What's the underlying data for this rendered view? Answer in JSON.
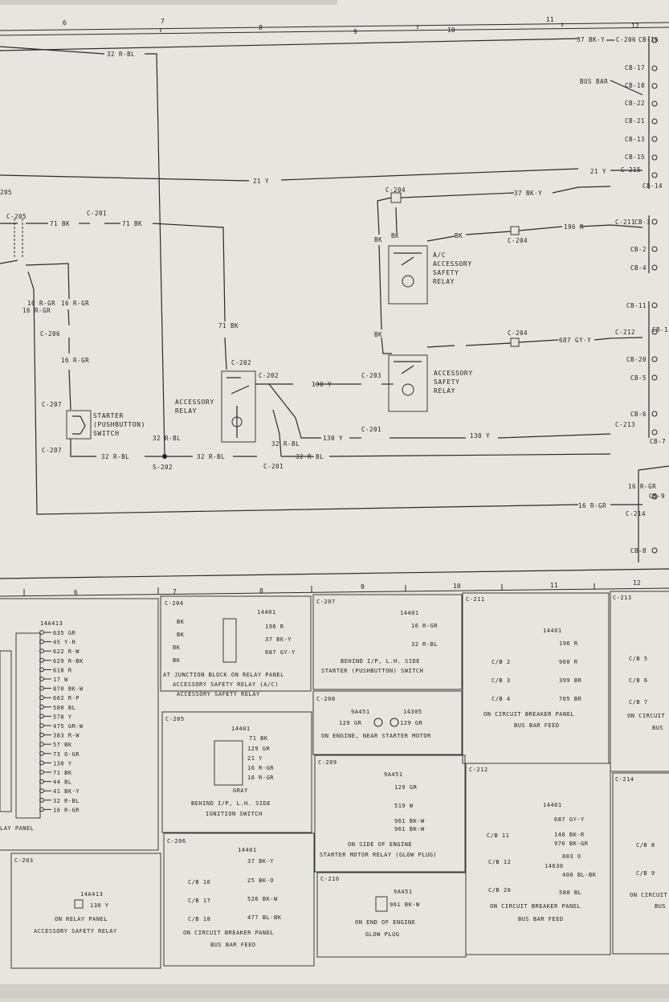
{
  "grid": {
    "top": [
      "6",
      "7",
      "8",
      "9",
      "10",
      "11",
      "12"
    ],
    "bottom": [
      "6",
      "7",
      "8",
      "9",
      "10",
      "11",
      "12"
    ]
  },
  "wires": {
    "w1": "32 R-BL",
    "w2": "37 BK-Y",
    "w3": "21 Y",
    "w4": "21 Y",
    "w5": "71 BK",
    "w6": "71 BK",
    "w7": "37 BK-Y",
    "w8": "BK",
    "w9": "BK",
    "w10": "196 R",
    "w11": "BK",
    "w12": "BK",
    "w13": "687 GY-Y",
    "w14": "16 R-GR",
    "w15": "16 R-GR",
    "w16": "16 R-GR",
    "w17": "16 R-GR",
    "w18": "71 BK",
    "w19": "130 Y",
    "w20": "130 Y",
    "w21": "130 Y",
    "w22": "32 R-BL",
    "w23": "32 R-BL",
    "w24": "32 R-BL",
    "w25": "32 R-BL",
    "w26": "32 R-BL",
    "w27": "16 R-GR",
    "w28": "16 R-GR"
  },
  "connectors": {
    "c205": "205",
    "c205b": "C-205",
    "c201a": "C-201",
    "c206l": "C-206",
    "c207a": "C-207",
    "c207b": "C-207",
    "c202a": "C-202",
    "c202b": "C-202",
    "c203": "C-203",
    "c201b": "C-201",
    "c201c": "C-201",
    "s202": "S-202",
    "c204a": "C-204",
    "c204b": "C-204",
    "c204c": "C-204",
    "c206r": "C-206",
    "c215": "C-215",
    "c211": "C-211",
    "c212": "C-212",
    "c213": "C-213",
    "c214": "C-214",
    "busbar": "BUS BAR"
  },
  "cb": {
    "cb16": "CB-16",
    "cb17": "CB-17",
    "cb18": "CB-18",
    "cb22": "CB-22",
    "cb21": "CB-21",
    "cb13": "CB-13",
    "cb15": "CB-15",
    "cb14": "CB-14",
    "cb3": "CB-3",
    "cb2": "CB-2",
    "cb4": "CB-4",
    "cb11": "CB-11",
    "cb1": "CB-1",
    "cb20": "CB-20",
    "cb5": "CB-5",
    "cb6": "CB-6",
    "cb7": "CB-7",
    "cb9": "CB-9",
    "cb8": "CB-8"
  },
  "components": {
    "ac_relay": [
      "A/C",
      "ACCESSORY",
      "SAFETY",
      "RELAY"
    ],
    "acc_safety_relay": [
      "ACCESSORY",
      "SAFETY",
      "RELAY"
    ],
    "accessory_relay": [
      "ACCESSORY",
      "RELAY"
    ],
    "starter_switch": [
      "STARTER",
      "(PUSHBUTTON)",
      "SWITCH"
    ]
  },
  "panels": {
    "p6": {
      "part": "14A413",
      "rows": [
        "635 GR",
        "45 Y-R",
        "622 R-W",
        "629 R-BK",
        "618 R",
        "17 W",
        "870 BK-W",
        "602 R-P",
        "580 BL",
        "578 Y",
        "475 GR-W",
        "383 R-W",
        "57 BK",
        "73 O-GR",
        "130 Y",
        "71 BK",
        "44 BL",
        "41 BK-Y",
        "32 R-BL",
        "16 R-GR"
      ],
      "foot": "LAY PANEL"
    },
    "c204": {
      "title": "C-204",
      "part": "14401",
      "left": [
        "BK",
        "BK",
        "BK",
        "BK"
      ],
      "right": [
        "196 R",
        "37 BK-Y",
        "687 GY-Y"
      ],
      "notes": [
        "AT JUNCTION BLOCK ON RELAY PANEL",
        "ACCESSORY SAFETY RELAY (A/C)",
        "ACCESSORY SAFETY RELAY"
      ]
    },
    "c205": {
      "title": "C-205",
      "part": "14401",
      "rows": [
        "71 BK",
        "129 GR",
        "21 Y",
        "16 R-GR",
        "16 R-GR"
      ],
      "color": "GRAY",
      "notes": [
        "BEHIND I/P, L.H. SIDE",
        "IGNITION SWITCH"
      ]
    },
    "c206": {
      "title": "C-206",
      "part": "14401",
      "rows": [
        {
          "cb": "",
          "wire": "37 BK-Y"
        },
        {
          "cb": "C/B 16",
          "wire": "25 BK-O"
        },
        {
          "cb": "C/B 17",
          "wire": "526 BK-W"
        },
        {
          "cb": "C/B 18",
          "wire": "477 BL-BK"
        }
      ],
      "notes": [
        "ON CIRCUIT BREAKER PANEL",
        "BUS BAR FEED"
      ]
    },
    "c203": {
      "title": "C-203",
      "part": "14A413",
      "wire": "130 Y",
      "notes": [
        "ON RELAY PANEL",
        "ACCESSORY SAFETY RELAY"
      ]
    },
    "c207": {
      "title": "C-207",
      "part": "14401",
      "rows": [
        "16 R-GR",
        "32 R-BL"
      ],
      "notes": [
        "BEHIND I/P, L.H. SIDE",
        "STARTER (PUSHBUTTON) SWITCH"
      ]
    },
    "c208": {
      "title": "C-208",
      "part_a": "9A451",
      "part_b": "14305",
      "wire_a": "129 GR",
      "wire_b": "129 GR",
      "notes": [
        "ON ENGINE, NEAR STARTER MOTOR"
      ]
    },
    "c209": {
      "title": "C-209",
      "part": "9A451",
      "rows": [
        "129 GR",
        "519 W",
        "961 BK-W",
        "961 BK-W"
      ],
      "notes": [
        "ON SIDE OF ENGINE",
        "STARTER MOTOR RELAY (GLOW PLUG)"
      ]
    },
    "c210": {
      "title": "C-210",
      "part": "9A451",
      "wire": "961 BK-W",
      "notes": [
        "ON END OF ENGINE",
        "GLOW PLUG"
      ]
    },
    "c211": {
      "title": "C-211",
      "part": "14401",
      "rows": [
        {
          "cb": "",
          "wire": "196 R"
        },
        {
          "cb": "C/B 2",
          "wire": "960 R"
        },
        {
          "cb": "C/B 3",
          "wire": "399 BR"
        },
        {
          "cb": "C/B 4",
          "wire": "705 BR"
        }
      ],
      "notes": [
        "ON CIRCUIT BREAKER PANEL",
        "BUS BAR FEED"
      ]
    },
    "c212": {
      "title": "C-212",
      "part": "14401",
      "part_b": "14630",
      "rows": [
        {
          "cb": "",
          "wire": "687 GY-Y"
        },
        {
          "cb": "C/B 11",
          "wire": "140 BK-R"
        },
        {
          "cb": "",
          "wire": "976 BK-GR"
        },
        {
          "cb": "C/B 12",
          "wire": "883 O"
        },
        {
          "cb": "",
          "wire": "400 BL-BK"
        },
        {
          "cb": "C/B 20",
          "wire": "580 BL"
        }
      ],
      "notes": [
        "ON CIRCUIT BREAKER PANEL",
        "BUS BAR FEED"
      ]
    },
    "c213": {
      "title": "C-213",
      "rows": [
        "C/B 5",
        "C/B 6",
        "C/B 7"
      ],
      "notes": [
        "ON CIRCUIT",
        "BUS"
      ]
    },
    "c214": {
      "title": "C-214",
      "rows": [
        "C/B 8",
        "C/B 9"
      ],
      "notes": [
        "ON CIRCUIT",
        "BUS"
      ]
    }
  }
}
